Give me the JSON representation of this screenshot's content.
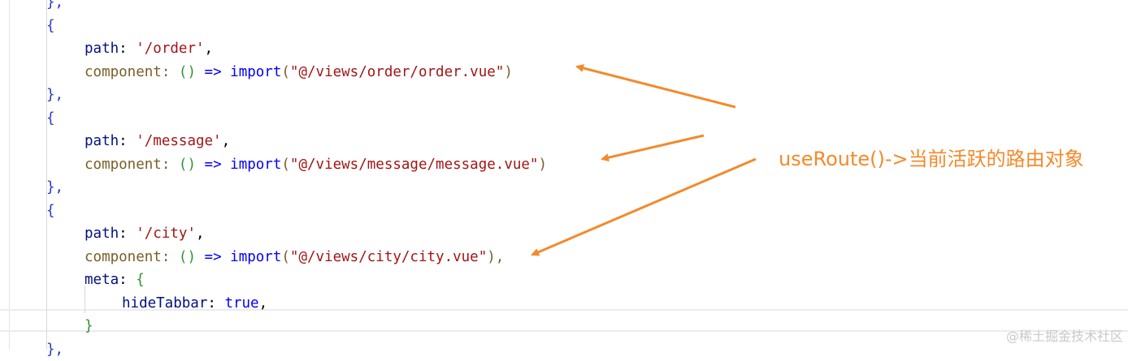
{
  "editor": {
    "lines": [
      {
        "tokens": [
          {
            "t": "},",
            "c": "punc-brace"
          }
        ]
      },
      {
        "tokens": [
          {
            "t": "{",
            "c": "punc-brace"
          }
        ]
      },
      {
        "tokens": [
          {
            "t": "path",
            "c": "key"
          },
          {
            "t": ": ",
            "c": ""
          },
          {
            "t": "'/order'",
            "c": "str"
          },
          {
            "t": ",",
            "c": ""
          }
        ]
      },
      {
        "tokens": [
          {
            "t": "component",
            "c": "key2"
          },
          {
            "t": ": ",
            "c": "key2"
          },
          {
            "t": "()",
            "c": "paren"
          },
          {
            "t": " ",
            "c": ""
          },
          {
            "t": "=>",
            "c": "arrow"
          },
          {
            "t": " ",
            "c": ""
          },
          {
            "t": "import",
            "c": "kw"
          },
          {
            "t": "(",
            "c": "key2"
          },
          {
            "t": "\"@/views/order/order.vue\"",
            "c": "str"
          },
          {
            "t": ")",
            "c": "key2"
          }
        ]
      },
      {
        "tokens": [
          {
            "t": "},",
            "c": "punc-brace"
          }
        ]
      },
      {
        "tokens": [
          {
            "t": "{",
            "c": "punc-brace"
          }
        ]
      },
      {
        "tokens": [
          {
            "t": "path",
            "c": "key"
          },
          {
            "t": ": ",
            "c": ""
          },
          {
            "t": "'/message'",
            "c": "str"
          },
          {
            "t": ",",
            "c": ""
          }
        ]
      },
      {
        "tokens": [
          {
            "t": "component",
            "c": "key2"
          },
          {
            "t": ": ",
            "c": "key2"
          },
          {
            "t": "()",
            "c": "paren"
          },
          {
            "t": " ",
            "c": ""
          },
          {
            "t": "=>",
            "c": "arrow"
          },
          {
            "t": " ",
            "c": ""
          },
          {
            "t": "import",
            "c": "kw"
          },
          {
            "t": "(",
            "c": "key2"
          },
          {
            "t": "\"@/views/message/message.vue\"",
            "c": "str"
          },
          {
            "t": ")",
            "c": "key2"
          }
        ]
      },
      {
        "tokens": [
          {
            "t": "},",
            "c": "punc-brace"
          }
        ]
      },
      {
        "tokens": [
          {
            "t": "{",
            "c": "punc-brace"
          }
        ]
      },
      {
        "tokens": [
          {
            "t": "path",
            "c": "key"
          },
          {
            "t": ": ",
            "c": ""
          },
          {
            "t": "'/city'",
            "c": "str"
          },
          {
            "t": ",",
            "c": ""
          }
        ]
      },
      {
        "tokens": [
          {
            "t": "component",
            "c": "key2"
          },
          {
            "t": ": ",
            "c": "key2"
          },
          {
            "t": "()",
            "c": "paren"
          },
          {
            "t": " ",
            "c": ""
          },
          {
            "t": "=>",
            "c": "arrow"
          },
          {
            "t": " ",
            "c": ""
          },
          {
            "t": "import",
            "c": "kw"
          },
          {
            "t": "(",
            "c": "key2"
          },
          {
            "t": "\"@/views/city/city.vue\"",
            "c": "str"
          },
          {
            "t": "),",
            "c": "key2"
          }
        ]
      },
      {
        "tokens": [
          {
            "t": "meta",
            "c": "key"
          },
          {
            "t": ": ",
            "c": ""
          },
          {
            "t": "{",
            "c": "paren"
          }
        ]
      },
      {
        "tokens": [
          {
            "t": "hideTabbar",
            "c": "key"
          },
          {
            "t": ": ",
            "c": ""
          },
          {
            "t": "true",
            "c": "bool"
          },
          {
            "t": ",",
            "c": ""
          }
        ]
      },
      {
        "tokens": [
          {
            "t": "}",
            "c": "paren"
          }
        ]
      },
      {
        "tokens": [
          {
            "t": "},",
            "c": "punc-brace"
          }
        ]
      }
    ]
  },
  "annotation": {
    "text": "useRoute()->当前活跃的路由对象",
    "color": "#f48a2a"
  },
  "watermark": {
    "text": "@稀土掘金技术社区"
  }
}
